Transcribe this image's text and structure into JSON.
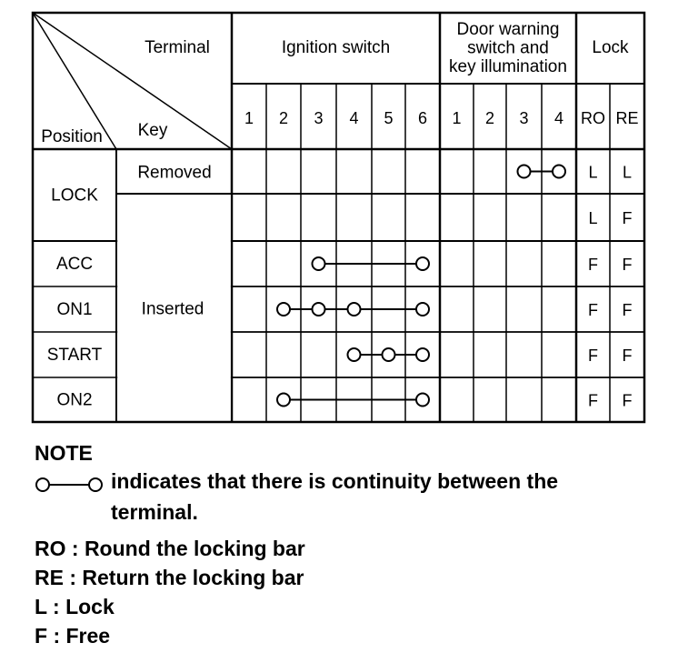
{
  "table": {
    "corner_terminal": "Terminal",
    "corner_key": "Key",
    "corner_position": "Position",
    "groups": [
      {
        "lines": [
          "Ignition switch"
        ],
        "terminals": [
          "1",
          "2",
          "3",
          "4",
          "5",
          "6"
        ]
      },
      {
        "lines": [
          "Door warning",
          "switch and",
          "key illumination"
        ],
        "terminals": [
          "1",
          "2",
          "3",
          "4"
        ]
      },
      {
        "lines": [
          "Lock"
        ],
        "terminals": [
          "RO",
          "RE"
        ]
      }
    ],
    "rows": [
      {
        "position": "LOCK",
        "key": "Removed",
        "lock": [
          "L",
          "L"
        ],
        "door_connections": [
          [
            3,
            4
          ]
        ],
        "ignition_connections": []
      },
      {
        "position": "LOCK",
        "key": "Inserted",
        "lock": [
          "L",
          "F"
        ],
        "door_connections": [],
        "ignition_connections": []
      },
      {
        "position": "ACC",
        "key": "Inserted",
        "lock": [
          "F",
          "F"
        ],
        "door_connections": [],
        "ignition_connections": [
          [
            3,
            6
          ]
        ]
      },
      {
        "position": "ON1",
        "key": "Inserted",
        "lock": [
          "F",
          "F"
        ],
        "door_connections": [],
        "ignition_connections": [
          [
            2,
            3,
            4,
            6
          ]
        ]
      },
      {
        "position": "START",
        "key": "Inserted",
        "lock": [
          "F",
          "F"
        ],
        "door_connections": [],
        "ignition_connections": [
          [
            4,
            5,
            6
          ]
        ]
      },
      {
        "position": "ON2",
        "key": "Inserted",
        "lock": [
          "F",
          "F"
        ],
        "door_connections": [],
        "ignition_connections": [
          [
            2,
            6
          ]
        ]
      }
    ],
    "position_labels": [
      "LOCK",
      "ACC",
      "ON1",
      "START",
      "ON2"
    ],
    "key_labels": [
      "Removed",
      "Inserted"
    ]
  },
  "note": {
    "title": "NOTE",
    "line1": "indicates that there is continuity between the",
    "line2": "terminal.",
    "legend": [
      "RO : Round the locking bar",
      "RE : Return the locking bar",
      "L : Lock",
      "F : Free"
    ]
  }
}
